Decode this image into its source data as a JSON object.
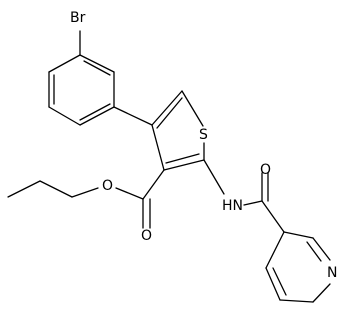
{
  "atoms": {
    "bromine": "Br",
    "sulfur": "S",
    "ester_carbonyl_oxygen": "O",
    "ester_ether_oxygen": "O",
    "amide_nh": "HN",
    "amide_oxygen": "O",
    "pyridine_nitrogen": "N"
  }
}
